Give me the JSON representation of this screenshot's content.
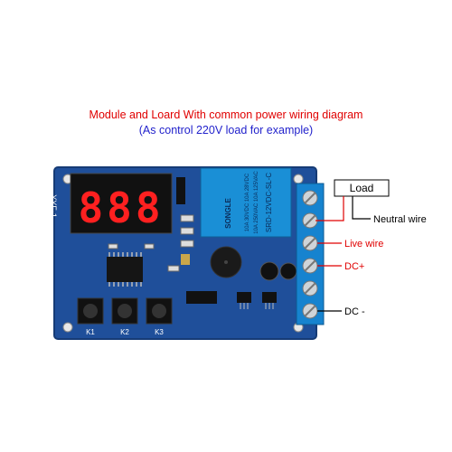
{
  "captions": {
    "title": "Module and Loard With common power wiring diagram",
    "subtitle": "(As control 220V load for example)"
  },
  "colors": {
    "title": "#e00000",
    "subtitle": "#2222cc",
    "pcb": "#1f4f9a",
    "relay": "#1a8fd6",
    "terminal": "#1683cf",
    "wire_red": "#e00000",
    "display_digit": "#ff2020"
  },
  "board": {
    "display_digits": "888",
    "board_id": "YYF-1",
    "relay_model": "SRD-12VDC-SL-C",
    "relay_brand": "SONGLE",
    "relay_rating_1": "10A 250VAC  10A 125VAC",
    "relay_rating_2": "10A 30VDC  10A 28VDC",
    "buttons": [
      "K1",
      "K2",
      "K3"
    ]
  },
  "labels": {
    "load": "Load",
    "neutral": "Neutral wire",
    "live": "Live wire",
    "dc_plus": "DC+",
    "dc_minus": "DC -"
  }
}
